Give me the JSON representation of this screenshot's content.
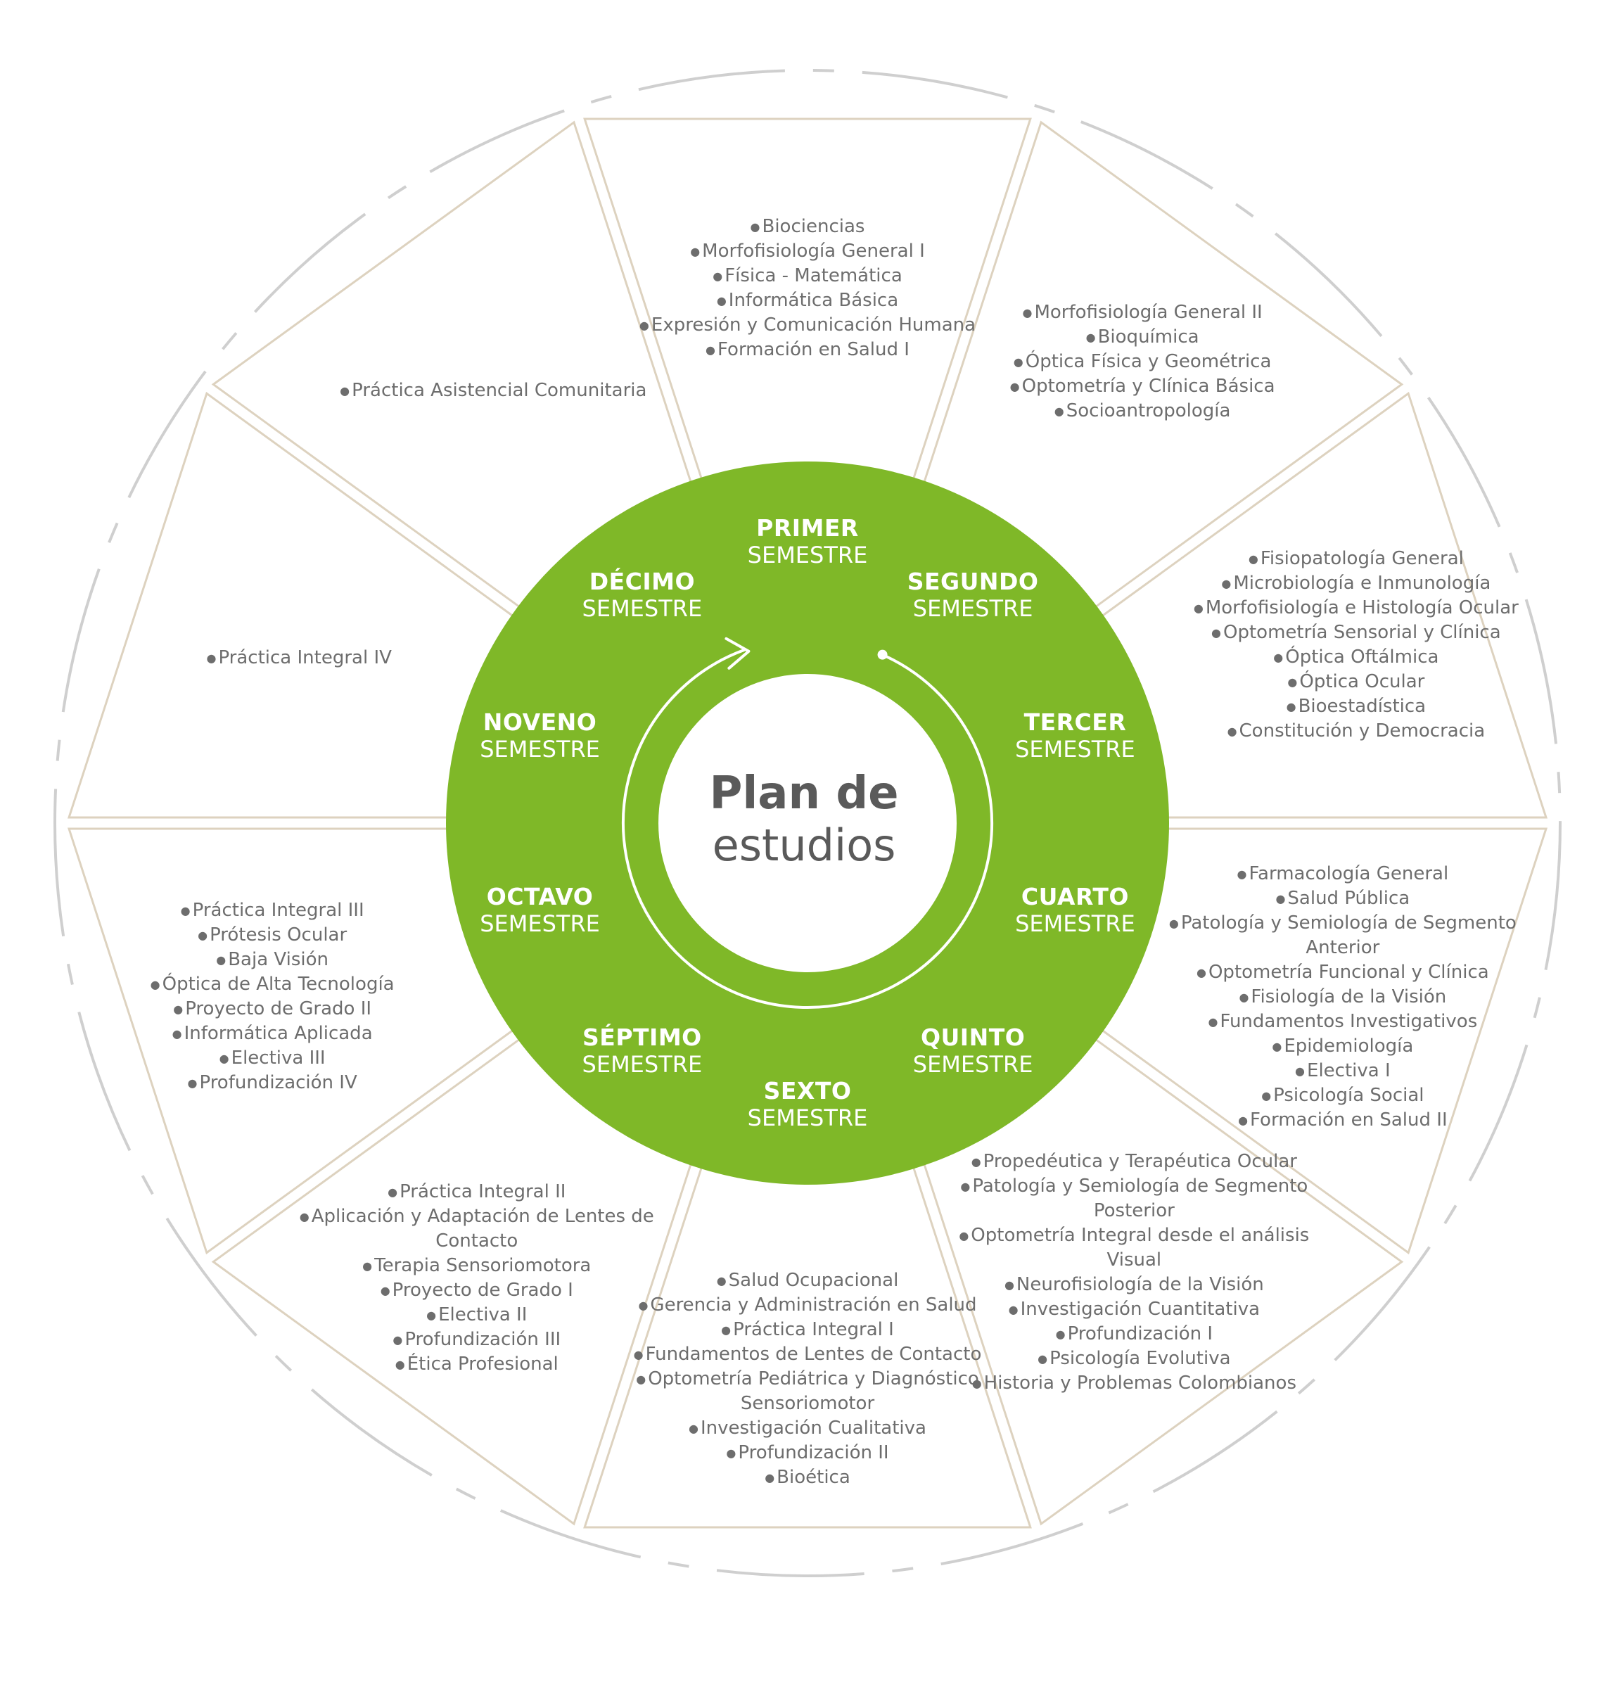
{
  "colors": {
    "accent": "#7fb828",
    "segment_border": "#ddd2bf",
    "outer_ring": "#cfcfcf",
    "text": "#6d6d6d",
    "center_text": "#5a5a5a"
  },
  "center": {
    "title_line1": "Plan de",
    "title_line2": "estudios"
  },
  "semesters": [
    {
      "ordinal": "PRIMER",
      "word": "SEMESTRE",
      "courses": [
        "Biociencias",
        "Morfofisiología General I",
        "Física - Matemática",
        "Informática Básica",
        "Expresión y Comunicación Humana",
        "Formación en Salud I"
      ]
    },
    {
      "ordinal": "SEGUNDO",
      "word": "SEMESTRE",
      "courses": [
        "Morfofisiología General II",
        "Bioquímica",
        "Óptica Física y Geométrica",
        "Optometría y Clínica Básica",
        "Socioantropología"
      ]
    },
    {
      "ordinal": "TERCER",
      "word": "SEMESTRE",
      "courses": [
        "Fisiopatología General",
        "Microbiología e Inmunología",
        "Morfofisiología e Histología Ocular",
        "Optometría Sensorial y Clínica",
        "Óptica Oftálmica",
        "Óptica Ocular",
        "Bioestadística",
        "Constitución y Democracia"
      ]
    },
    {
      "ordinal": "CUARTO",
      "word": "SEMESTRE",
      "courses": [
        "Farmacología General",
        "Salud Pública",
        "Patología y Semiología de Segmento Anterior",
        "Optometría Funcional y Clínica",
        "Fisiología de la Visión",
        "Fundamentos Investigativos",
        "Epidemiología",
        "Electiva I",
        "Psicología Social",
        "Formación en Salud II"
      ]
    },
    {
      "ordinal": "QUINTO",
      "word": "SEMESTRE",
      "courses": [
        "Propedéutica y Terapéutica Ocular",
        "Patología y Semiología de Segmento Posterior",
        "Optometría Integral desde el análisis Visual",
        "Neurofisiología de la Visión",
        "Investigación Cuantitativa",
        "Profundización I",
        "Psicología Evolutiva",
        "Historia y Problemas Colombianos"
      ]
    },
    {
      "ordinal": "SEXTO",
      "word": "SEMESTRE",
      "courses": [
        "Salud Ocupacional",
        "Gerencia y Administración en Salud",
        "Práctica Integral I",
        "Fundamentos de Lentes de Contacto",
        "Optometría Pediátrica y Diagnóstico Sensoriomotor",
        "Investigación Cualitativa",
        "Profundización II",
        "Bioética"
      ]
    },
    {
      "ordinal": "SÉPTIMO",
      "word": "SEMESTRE",
      "courses": [
        "Práctica Integral II",
        "Aplicación y Adaptación de Lentes de Contacto",
        "Terapia Sensoriomotora",
        "Proyecto de Grado I",
        "Electiva II",
        "Profundización III",
        "Ética Profesional"
      ]
    },
    {
      "ordinal": "OCTAVO",
      "word": "SEMESTRE",
      "courses": [
        "Práctica Integral III",
        "Prótesis Ocular",
        "Baja Visión",
        "Óptica de Alta Tecnología",
        "Proyecto de Grado II",
        "Informática Aplicada",
        "Electiva III",
        "Profundización IV"
      ]
    },
    {
      "ordinal": "NOVENO",
      "word": "SEMESTRE",
      "courses": [
        "Práctica Integral IV"
      ]
    },
    {
      "ordinal": "DÉCIMO",
      "word": "SEMESTRE",
      "courses": [
        "Práctica Asistencial Comunitaria"
      ]
    }
  ]
}
